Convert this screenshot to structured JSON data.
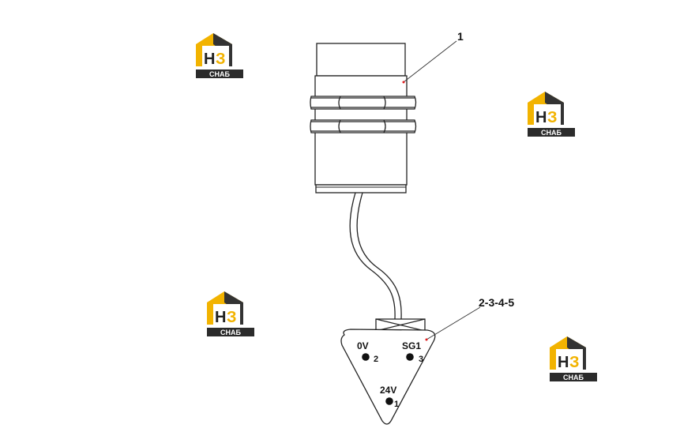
{
  "callouts": {
    "part_1": "1",
    "part_2_5": "2-3-4-5"
  },
  "pins": {
    "gnd_label": "0V",
    "gnd_num": "2",
    "sig_label": "SG1",
    "sig_num": "3",
    "pwr_label": "24V",
    "pwr_num": "1"
  },
  "watermark": {
    "mark": "НЗ",
    "caption": "СНАБ",
    "colors": {
      "gold": "#f2b300",
      "dark": "#333333"
    }
  }
}
